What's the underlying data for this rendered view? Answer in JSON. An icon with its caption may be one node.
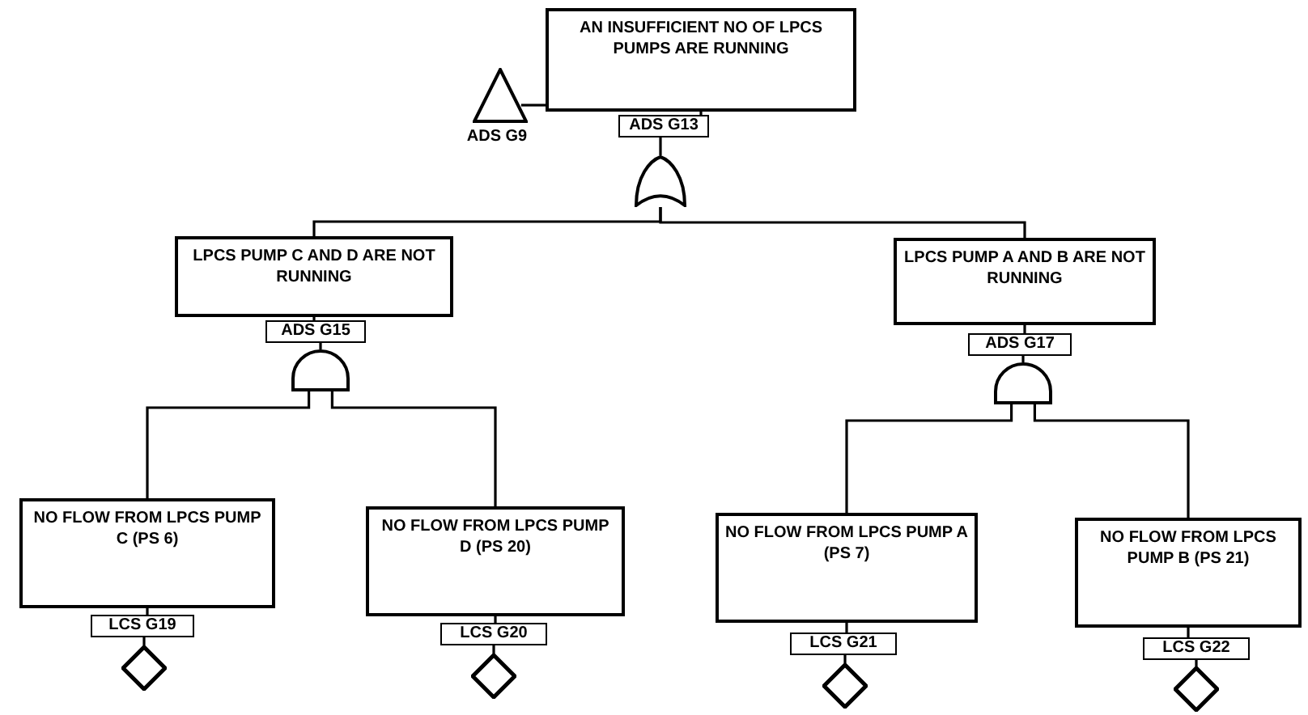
{
  "diagram": {
    "nodes": [
      {
        "text": [
          "AN INSUFFICIENT NO OF LPCS PUMPS ARE RUNNING"
        ],
        "beside": [
          "ADS G13"
        ]
      },
      {
        "text": [],
        "shape": "triangle",
        "beside": [
          "ADS G9"
        ]
      },
      {
        "text": [],
        "shape": "gate"
      },
      {
        "text": [
          "LPCS PUMP C AND D ARE NOT RUNNING"
        ],
        "beside": [
          "ADS G15"
        ]
      },
      {
        "text": [
          "LPCS PUMP A AND B ARE NOT RUNNING"
        ],
        "beside": [
          "ADS G17"
        ]
      },
      {
        "text": [],
        "shape": "gate"
      },
      {
        "text": [],
        "shape": "gate"
      },
      {
        "text": [
          "NO FLOW FROM LPCS PUMP C (PS 6)"
        ],
        "beside": [
          "LCS G19"
        ]
      },
      {
        "text": [
          "NO FLOW FROM LPCS PUMP D (PS 20)"
        ],
        "beside": [
          "LCS G20"
        ]
      },
      {
        "text": [
          "NO FLOW FROM LPCS PUMP A (PS 7)"
        ],
        "beside": [
          "LCS G21"
        ]
      },
      {
        "text": [
          "NO FLOW FROM LPCS PUMP B (PS 21)"
        ],
        "beside": [
          "LCS G22"
        ]
      },
      {
        "text": [],
        "shape": "diamond"
      },
      {
        "text": [],
        "shape": "diamond"
      },
      {
        "text": [],
        "shape": "diamond"
      },
      {
        "text": [],
        "shape": "diamond"
      }
    ],
    "edges": [
      {
        "from": 1,
        "to": 0,
        "arrow": "none"
      },
      {
        "from": 0,
        "to": 2,
        "arrow": "none"
      },
      {
        "from": 2,
        "to": 3,
        "arrow": "none"
      },
      {
        "from": 2,
        "to": 4,
        "arrow": "none"
      },
      {
        "from": 3,
        "to": 5,
        "arrow": "none"
      },
      {
        "from": 4,
        "to": 6,
        "arrow": "none"
      },
      {
        "from": 5,
        "to": 7,
        "arrow": "none"
      },
      {
        "from": 5,
        "to": 8,
        "arrow": "none"
      },
      {
        "from": 6,
        "to": 9,
        "arrow": "none"
      },
      {
        "from": 6,
        "to": 10,
        "arrow": "none"
      },
      {
        "from": 7,
        "to": 11,
        "arrow": "none"
      },
      {
        "from": 8,
        "to": 12,
        "arrow": "none"
      },
      {
        "from": 9,
        "to": 13,
        "arrow": "none"
      },
      {
        "from": 10,
        "to": 14,
        "arrow": "none"
      }
    ]
  }
}
